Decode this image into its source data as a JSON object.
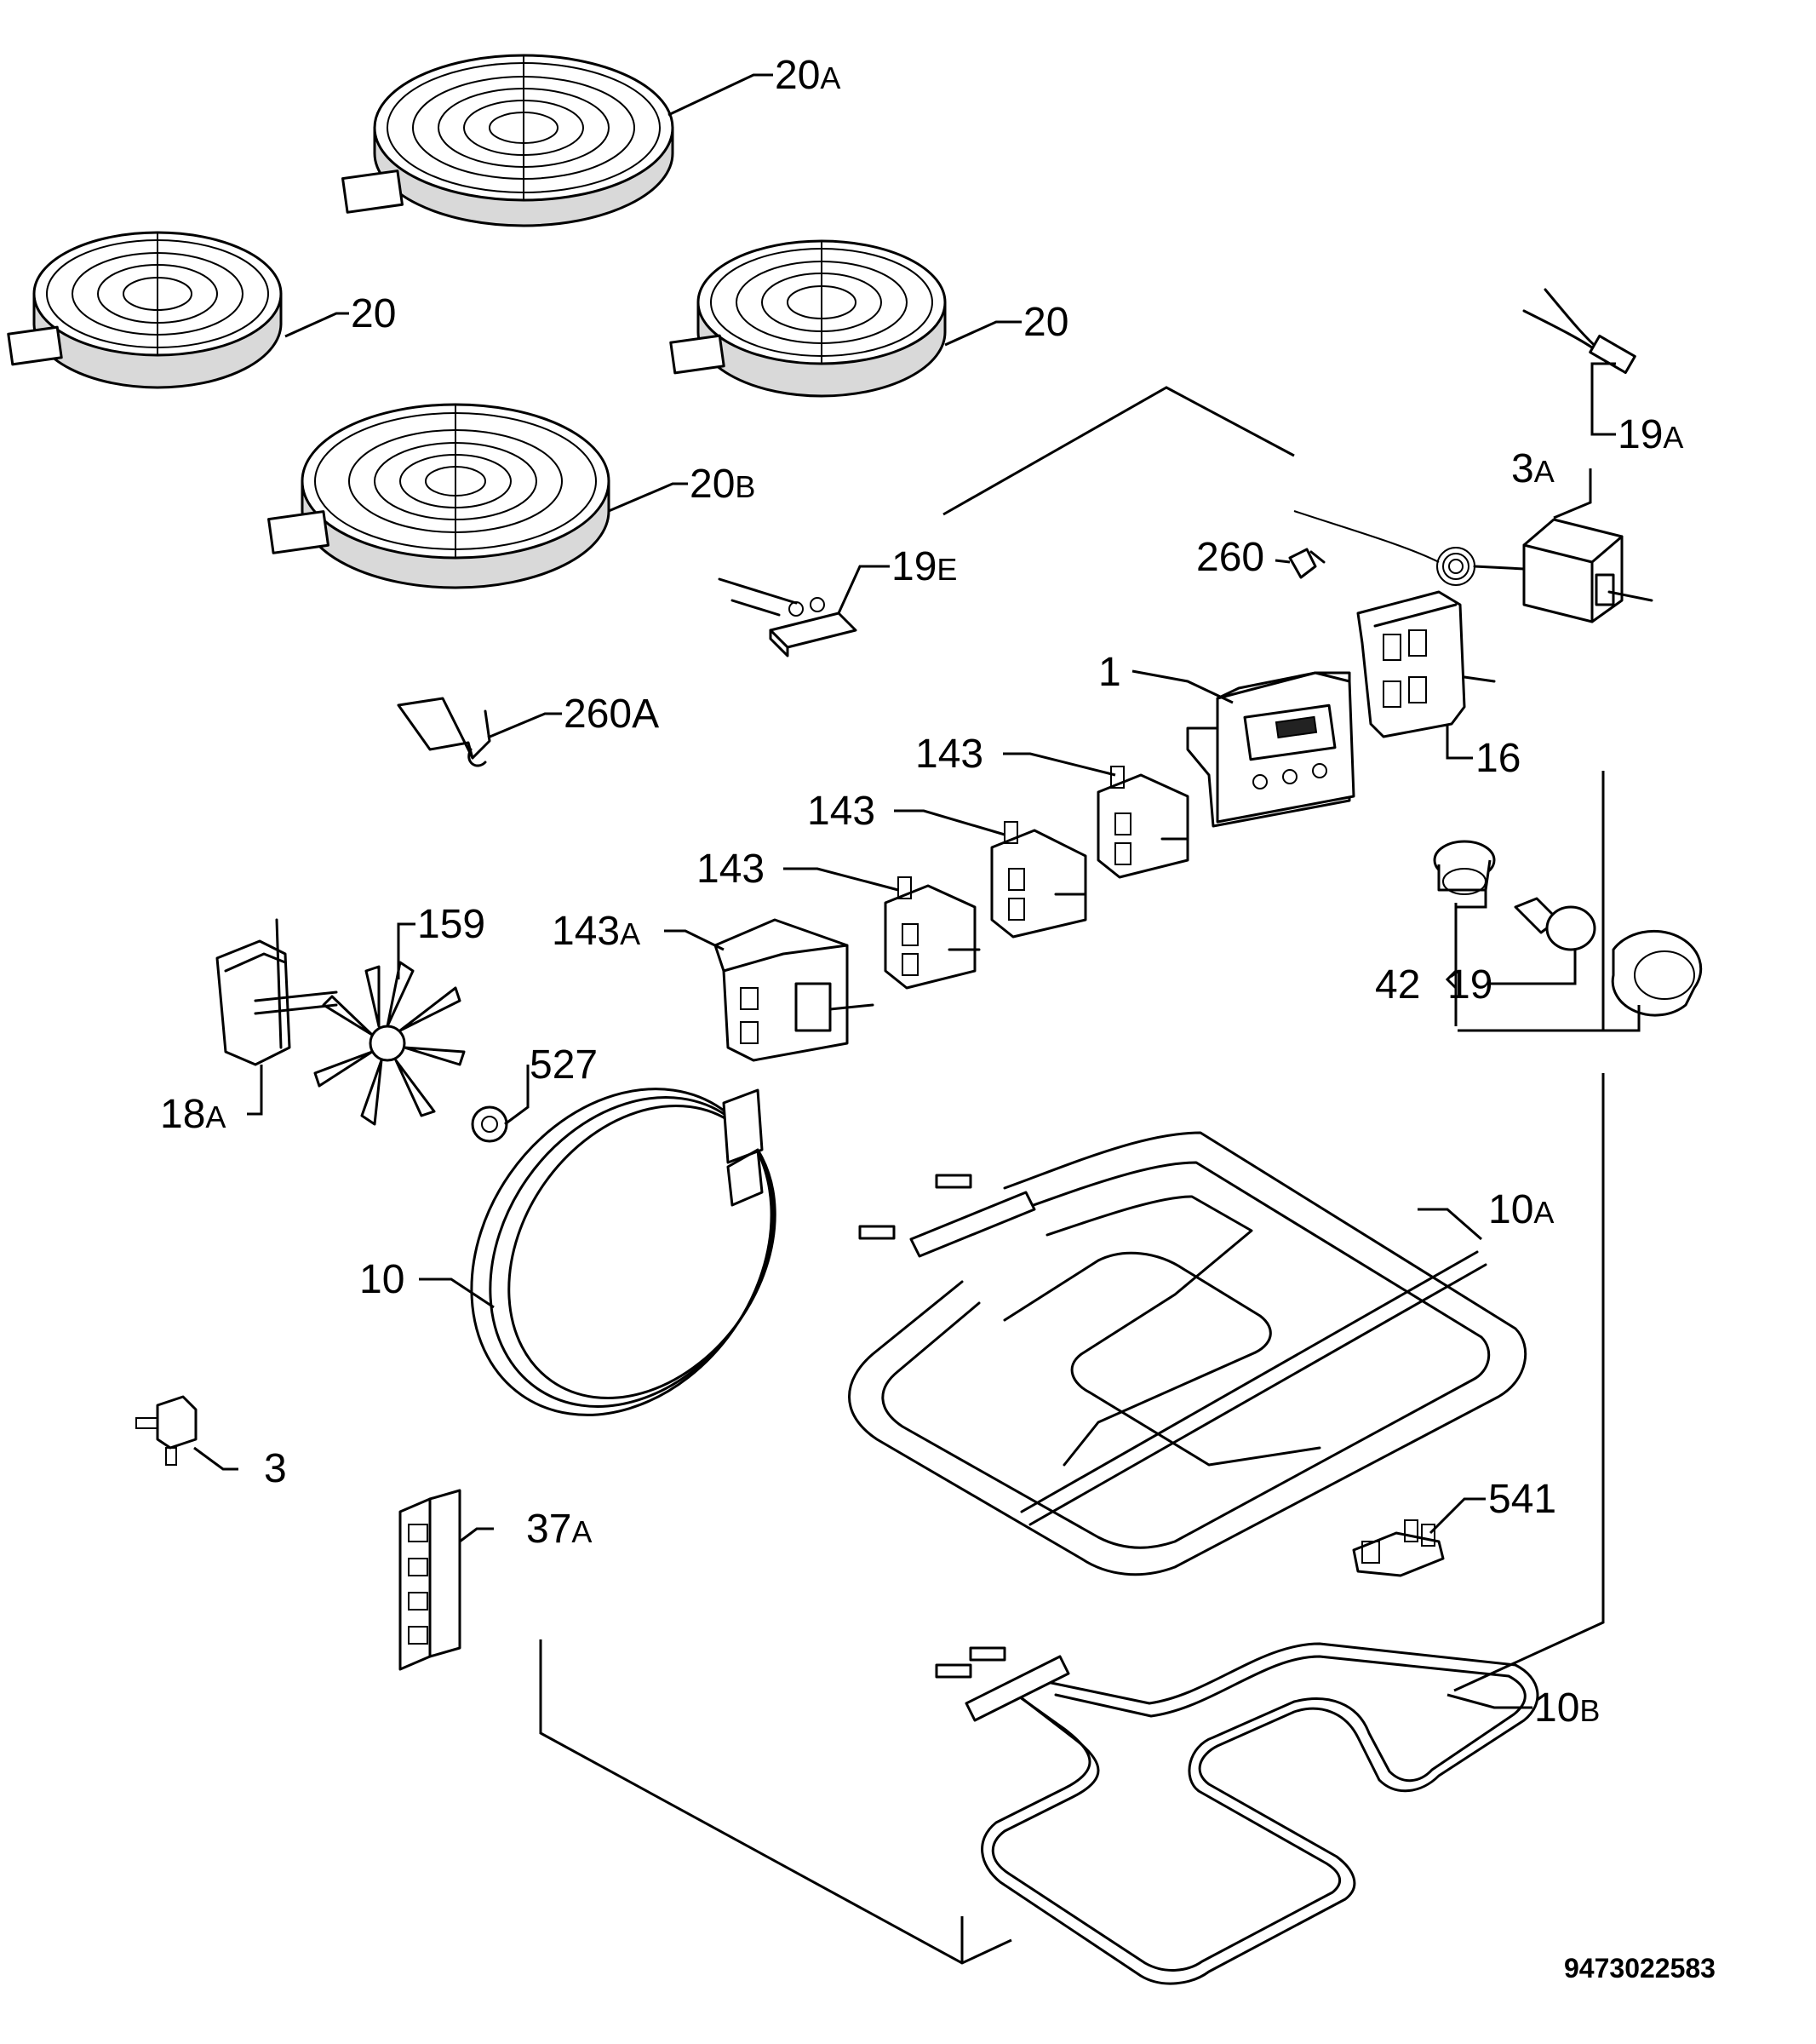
{
  "labels": {
    "l20a": {
      "num": "20",
      "suf": "A"
    },
    "l20_left": {
      "num": "20",
      "suf": ""
    },
    "l20_right": {
      "num": "20",
      "suf": ""
    },
    "l20b": {
      "num": "20",
      "suf": "B"
    },
    "l19a": {
      "num": "19",
      "suf": "A"
    },
    "l3a": {
      "num": "3",
      "suf": "A"
    },
    "l260": {
      "num": "260",
      "suf": ""
    },
    "l19e": {
      "num": "19",
      "suf": "E"
    },
    "l1": {
      "num": "1",
      "suf": ""
    },
    "l16": {
      "num": "16",
      "suf": ""
    },
    "l260a": {
      "num": "260A",
      "suf": ""
    },
    "l143_1": {
      "num": "143",
      "suf": ""
    },
    "l143_2": {
      "num": "143",
      "suf": ""
    },
    "l143_3": {
      "num": "143",
      "suf": ""
    },
    "l143a": {
      "num": "143",
      "suf": "A"
    },
    "l159": {
      "num": "159",
      "suf": ""
    },
    "l42": {
      "num": "42",
      "suf": ""
    },
    "l19": {
      "num": "19",
      "suf": ""
    },
    "l527": {
      "num": "527",
      "suf": ""
    },
    "l18a": {
      "num": "18",
      "suf": "A"
    },
    "l10a": {
      "num": "10",
      "suf": "A"
    },
    "l10": {
      "num": "10",
      "suf": ""
    },
    "l3": {
      "num": "3",
      "suf": ""
    },
    "l541": {
      "num": "541",
      "suf": ""
    },
    "l37a": {
      "num": "37",
      "suf": "A"
    },
    "l10b": {
      "num": "10",
      "suf": "B"
    }
  },
  "document_code": "9473022583"
}
